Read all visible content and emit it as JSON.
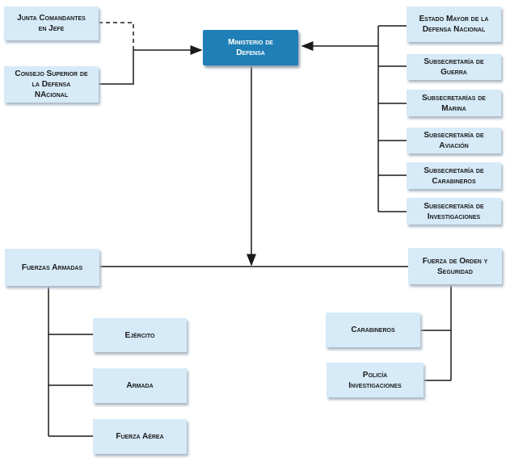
{
  "nodes": {
    "ministerio": "Ministerio de\nDefensa",
    "junta": "Junta Comandantes\nen Jefe",
    "consejo": "Consejo Superior de\nla Defensa\nNAcional",
    "estado_mayor": "Estado Mayor de la\nDefensa Nacional",
    "subsec_guerra": "Subsecretaría de\nGuerra",
    "subsec_marina": "Subsecretarías de\nMarina",
    "subsec_aviacion": "Subsecretaría de\nAviación",
    "subsec_carabineros": "Subsecretaría de\nCarabineros",
    "subsec_investigaciones": "Subsecretaría de\nInvestigaciones",
    "fuerzas_armadas": "Fuerzas Armadas",
    "fuerza_orden": "Fuerza de Orden y\nSeguridad",
    "ejercito": "Ejército",
    "armada": "Armada",
    "fuerza_aerea": "Fuerza Aérea",
    "carabineros": "Carabineros",
    "policia": "Policía\nInvestigaciones"
  },
  "colors": {
    "box_fill": "#d6eaf8",
    "main_fill": "#1f7fb6",
    "line": "#1a1a1a"
  }
}
